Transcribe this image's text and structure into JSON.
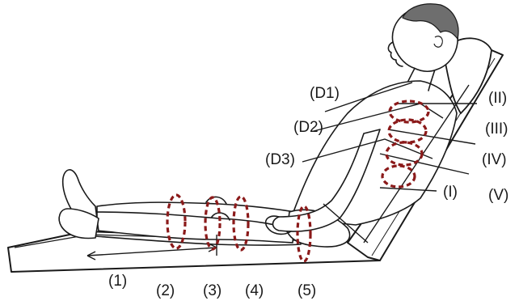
{
  "labels": {
    "d1": "(D1)",
    "d2": "(D2)",
    "d3": "(D3)",
    "roman_1": "(I)",
    "roman_2": "(II)",
    "roman_3": "(III)",
    "roman_4": "(IV)",
    "roman_5": "(V)",
    "n1": "(1)",
    "n2": "(2)",
    "n3": "(3)",
    "n4": "(4)",
    "n5": "(5)"
  },
  "colors": {
    "outline": "#1a1a1a",
    "ring": "#8b1a1a",
    "bed_fill": "#ffffff",
    "hair": "#6e6e6e"
  }
}
